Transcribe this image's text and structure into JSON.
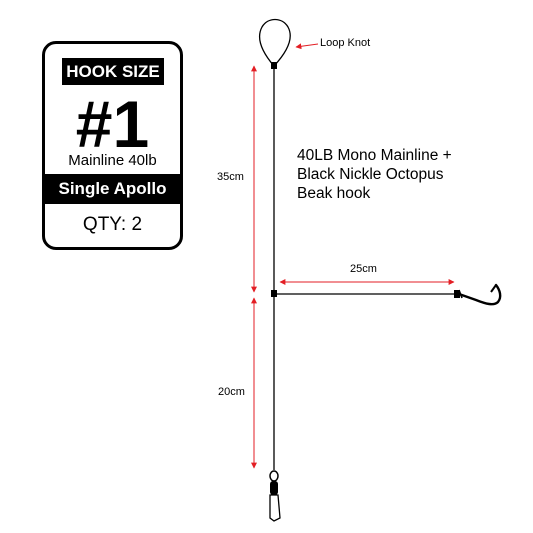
{
  "card": {
    "hook_size_label": "HOOK SIZE",
    "hook_number": "#1",
    "mainline_spec": "Mainline 40lb",
    "hook_type": "Single Apollo",
    "quantity": "QTY: 2"
  },
  "diagram": {
    "loop_knot_label": "Loop Knot",
    "description_lines": [
      "40LB Mono Mainline +",
      "Black Nickle Octopus",
      "Beak hook"
    ],
    "dimensions": {
      "top_section": "35cm",
      "dropper": "25cm",
      "bottom_section": "20cm"
    },
    "colors": {
      "dimension_arrows": "#e31e24",
      "line": "#000000"
    }
  }
}
